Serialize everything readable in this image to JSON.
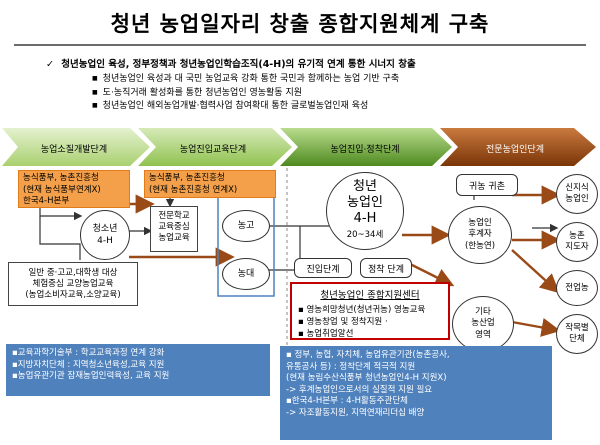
{
  "title": "청년 농업일자리 창출 종합지원체계 구축",
  "summary": {
    "check": "✓",
    "text": "청년농업인 육성, 정부정책과 청년농업인학습조직(4-H)의 유기적 연계 통한 시너지 창출"
  },
  "bullets": [
    "청년농업인 육성과 대 국민 농업교육 강화 통한 국민과 함께하는 농업 기반 구축",
    "도·농직거래 활성화를 통한 청년농업인 영농활동 지원",
    "청년농업인 해외농업개발·협력사업 참여확대 통한 글로벌농업인재 육성"
  ],
  "stages": [
    "농업소질개발단계",
    "농업진입교육단계",
    "농업진입·정착단계",
    "전문농업인단계"
  ],
  "orange1": [
    "농식품부, 농촌진흥청",
    "(현재 농식품부연계X)",
    "한국4-H본부"
  ],
  "orange2": [
    "농식품부, 농촌진흥청",
    "(현재 농촌진흥청 연계X)"
  ],
  "youth": [
    "청소년",
    "4-H"
  ],
  "school_box": [
    "전문학교",
    "교육중심",
    "농업교육"
  ],
  "nongo": "농고",
  "nongdae": "농대",
  "general": [
    "일반 중·고교,대학생 대상",
    "체험중심 교양농업교육",
    "(농업소비자교육,소양교육)"
  ],
  "youth_farmer": [
    "청년",
    "농업인",
    "4-H",
    "20~34세"
  ],
  "entry_stage": "진입단계",
  "settle_stage": "정착 단계",
  "center": {
    "title": "청년농업인 종합지원센터",
    "items": [
      "영농희망청년(청년귀농) 영농교육",
      "영농창업 및 정착지원 ·",
      "농업취업알선"
    ]
  },
  "return_farm": "귀농 귀촌",
  "successor": [
    "농업인",
    "후계자",
    "(한농연)"
  ],
  "tech": [
    "기타",
    "농산업",
    "영역"
  ],
  "right_ovals": [
    [
      "신지식",
      "농업인"
    ],
    [
      "농촌",
      "지도자"
    ],
    [
      "전업농"
    ],
    [
      "작목별",
      "단체"
    ]
  ],
  "blue_left": [
    "▪교육과학기술부 : 학교교육과정 연계 강화",
    "▪지방자치단체 :  지역청소년육성,교육 지원",
    "▪농업유관기관 잠재농업인력육성, 교육 지원"
  ],
  "blue_right": [
    "▪ 정부, 농협, 자치체, 농업유관기관(농촌공사,",
    "  유통공사 등) : 정착단계 적극적 지원",
    " (현재 농림수산식품부 청년농업인4-H 지원X)",
    "  -> 후계농업인으로서의 실질적 지원 필요",
    "▪한국4-H본부 : 4-H활동주관단체",
    "   -> 자조활동지원, 지역연재리더십 배양"
  ],
  "colors": {
    "green_light": "#cfe6a8",
    "green_dark": "#7fb23a",
    "brown": "#9a4a16",
    "orange_fill": "#f4a04a",
    "blue": "#4f81bd",
    "red": "#c00000"
  }
}
